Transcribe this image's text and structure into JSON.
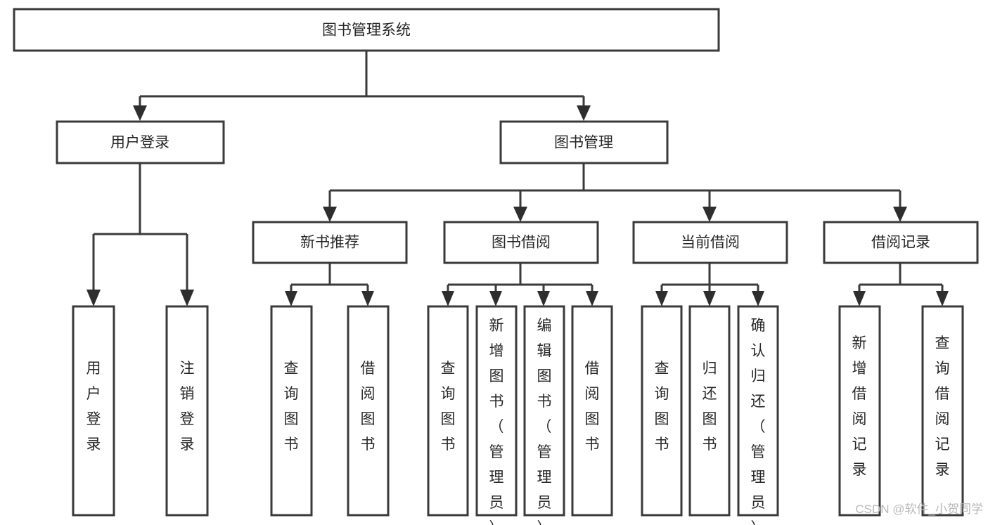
{
  "diagram": {
    "title": "图书管理系统",
    "type": "tree",
    "orientation": "top-down",
    "levels": 4,
    "root": {
      "id": "root",
      "label": "图书管理系统",
      "text_orientation": "horizontal"
    },
    "level2": [
      {
        "id": "user-login",
        "label": "用户登录",
        "text_orientation": "horizontal"
      },
      {
        "id": "book-manage",
        "label": "图书管理",
        "text_orientation": "horizontal"
      }
    ],
    "level3": [
      {
        "id": "new-book-rec",
        "label": "新书推荐",
        "parent": "book-manage",
        "text_orientation": "horizontal"
      },
      {
        "id": "book-borrow",
        "label": "图书借阅",
        "parent": "book-manage",
        "text_orientation": "horizontal"
      },
      {
        "id": "current-borrow",
        "label": "当前借阅",
        "parent": "book-manage",
        "text_orientation": "horizontal"
      },
      {
        "id": "borrow-record",
        "label": "借阅记录",
        "parent": "book-manage",
        "text_orientation": "horizontal"
      }
    ],
    "leaves": [
      {
        "id": "leaf-user-login",
        "label": "用户登录",
        "parent": "user-login",
        "text_orientation": "vertical"
      },
      {
        "id": "leaf-logout",
        "label": "注销登录",
        "parent": "user-login",
        "text_orientation": "vertical"
      },
      {
        "id": "leaf-query-book-1",
        "label": "查询图书",
        "parent": "new-book-rec",
        "text_orientation": "vertical"
      },
      {
        "id": "leaf-borrow-book-1",
        "label": "借阅图书",
        "parent": "new-book-rec",
        "text_orientation": "vertical"
      },
      {
        "id": "leaf-query-book-2",
        "label": "查询图书",
        "parent": "book-borrow",
        "text_orientation": "vertical"
      },
      {
        "id": "leaf-add-book",
        "label": "新增图书（管理员）",
        "parent": "book-borrow",
        "text_orientation": "vertical"
      },
      {
        "id": "leaf-edit-book",
        "label": "编辑图书（管理员）",
        "parent": "book-borrow",
        "text_orientation": "vertical"
      },
      {
        "id": "leaf-borrow-book-2",
        "label": "借阅图书",
        "parent": "book-borrow",
        "text_orientation": "vertical"
      },
      {
        "id": "leaf-query-book-3",
        "label": "查询图书",
        "parent": "current-borrow",
        "text_orientation": "vertical"
      },
      {
        "id": "leaf-return-book",
        "label": "归还图书",
        "parent": "current-borrow",
        "text_orientation": "vertical"
      },
      {
        "id": "leaf-confirm-return",
        "label": "确认归还（管理员）",
        "parent": "current-borrow",
        "text_orientation": "vertical"
      },
      {
        "id": "leaf-add-record",
        "label": "新增借阅记录",
        "parent": "borrow-record",
        "text_orientation": "vertical"
      },
      {
        "id": "leaf-query-record",
        "label": "查询借阅记录",
        "parent": "borrow-record",
        "text_orientation": "vertical"
      }
    ],
    "colors": {
      "box_stroke": "#3a3a3a",
      "box_fill": "#ffffff",
      "text": "#262626",
      "connector": "#3a3a3a",
      "arrow": "#2e2e2e",
      "background": "#ffffff",
      "watermark": "#b9b9b9"
    }
  },
  "watermark": {
    "text": "CSDN @软件_小贺同学"
  }
}
